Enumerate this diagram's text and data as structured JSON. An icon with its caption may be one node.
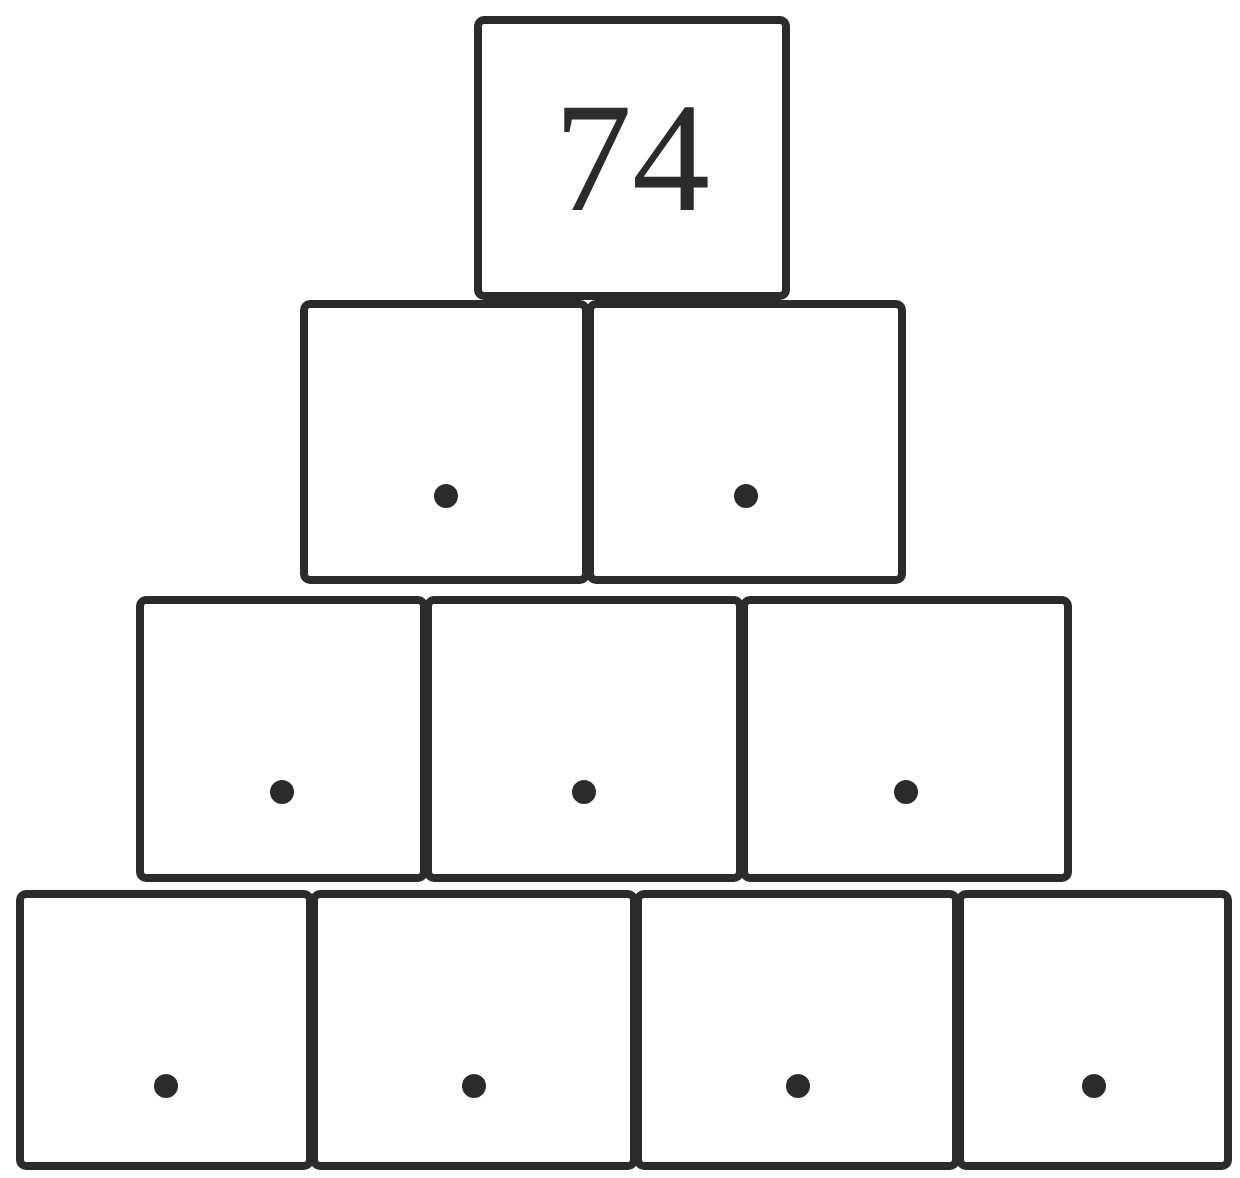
{
  "diagram": {
    "nodes": [
      {
        "text": [
          "74"
        ]
      },
      {
        "text": [],
        "shape": "box"
      },
      {
        "text": [],
        "shape": "box"
      },
      {
        "text": [],
        "shape": "box"
      },
      {
        "text": [],
        "shape": "box"
      },
      {
        "text": [],
        "shape": "box"
      },
      {
        "text": [],
        "shape": "box"
      },
      {
        "text": [],
        "shape": "box"
      },
      {
        "text": [],
        "shape": "box"
      },
      {
        "text": [],
        "shape": "box"
      }
    ]
  }
}
